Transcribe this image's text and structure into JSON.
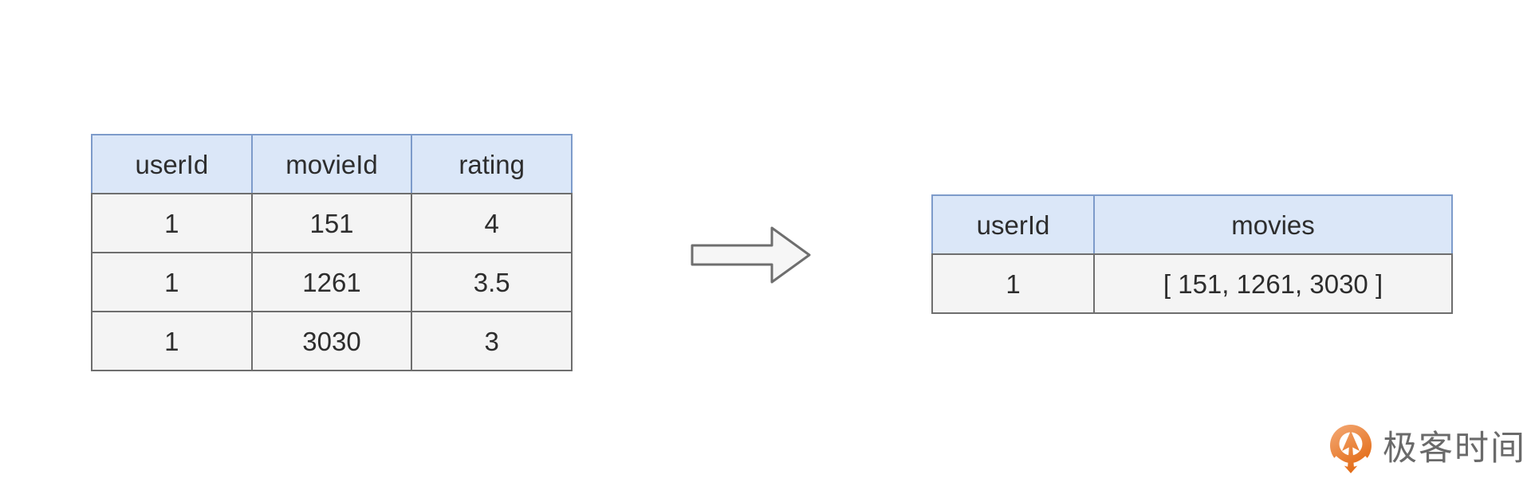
{
  "left_table": {
    "headers": [
      "userId",
      "movieId",
      "rating"
    ],
    "rows": [
      [
        "1",
        "151",
        "4"
      ],
      [
        "1",
        "1261",
        "3.5"
      ],
      [
        "1",
        "3030",
        "3"
      ]
    ]
  },
  "right_table": {
    "headers": [
      "userId",
      "movies"
    ],
    "rows": [
      [
        "1",
        "[ 151, 1261, 3030 ]"
      ]
    ]
  },
  "arrow": {
    "icon": "right-arrow-icon",
    "direction": "right"
  },
  "logo": {
    "icon": "geektime-pin-icon",
    "text": "极客时间"
  },
  "colors": {
    "background": "#ffffff",
    "header-fill": "#dbe7f8",
    "header-border": "#7d9bca",
    "cell-fill": "#f4f4f4",
    "cell-border": "#6e6e6e",
    "text": "#2d2d2d",
    "arrow-fill": "#f6f6f6",
    "arrow-stroke": "#6e6e6e",
    "logo-orange-light": "#f2a36c",
    "logo-orange-dark": "#e2670f",
    "logo-text": "#6a6a6a"
  }
}
